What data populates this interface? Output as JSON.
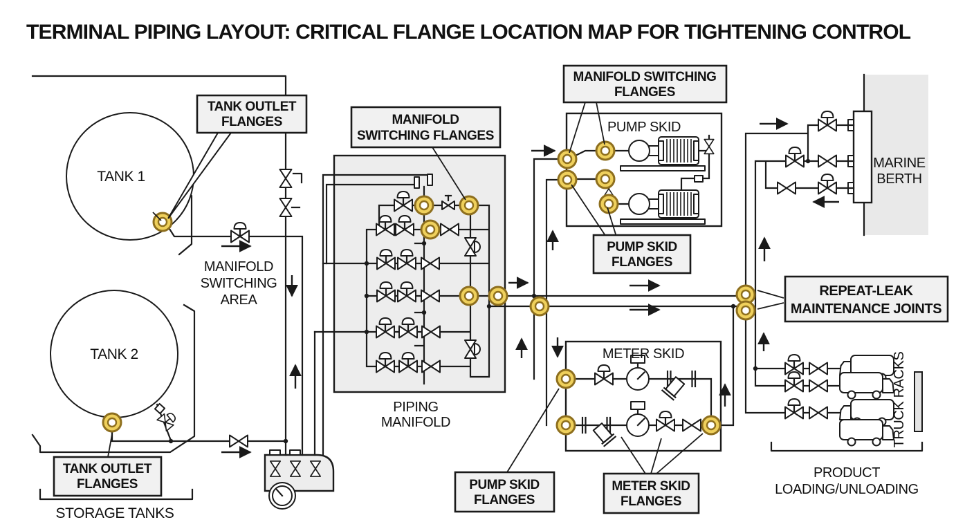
{
  "title": "TERMINAL PIPING LAYOUT: CRITICAL FLANGE LOCATION MAP FOR TIGHTENING CONTROL",
  "colors": {
    "line": "#1a1a1a",
    "flange_fill": "#EFD05C",
    "flange_stroke": "#8E6F1E",
    "panel_fill": "#EDEDED",
    "callout_fill": "#F1F1F1"
  },
  "tanks": {
    "tank1": "TANK 1",
    "tank2": "TANK 2"
  },
  "sections": {
    "storage_tanks": "STORAGE TANKS",
    "manifold_switching_area": [
      "MANIFOLD",
      "SWITCHING",
      "AREA"
    ],
    "piping_manifold": [
      "PIPING",
      "MANIFOLD"
    ],
    "pump_skid": "PUMP SKID",
    "meter_skid": "METER SKID",
    "marine_berth": [
      "MARINE",
      "BERTH"
    ],
    "truck_racks": "TRUCK RACKS",
    "product_loading": [
      "PRODUCT",
      "LOADING/UNLOADING"
    ]
  },
  "callouts": {
    "tank_outlet_top": [
      "TANK OUTLET",
      "FLANGES"
    ],
    "tank_outlet_bottom": [
      "TANK OUTLET",
      "FLANGES"
    ],
    "manifold_switching_center": [
      "MANIFOLD",
      "SWITCHING FLANGES"
    ],
    "manifold_switching_top": [
      "MANIFOLD SWITCHING",
      "FLANGES"
    ],
    "pump_skid_flanges_top": [
      "PUMP SKID",
      "FLANGES"
    ],
    "pump_skid_flanges_bottom": [
      "PUMP SKID",
      "FLANGES"
    ],
    "meter_skid_flanges": [
      "METER SKID",
      "FLANGES"
    ],
    "repeat_leak": [
      "REPEAT-LEAK",
      "MAINTENANCE JOINTS"
    ]
  }
}
